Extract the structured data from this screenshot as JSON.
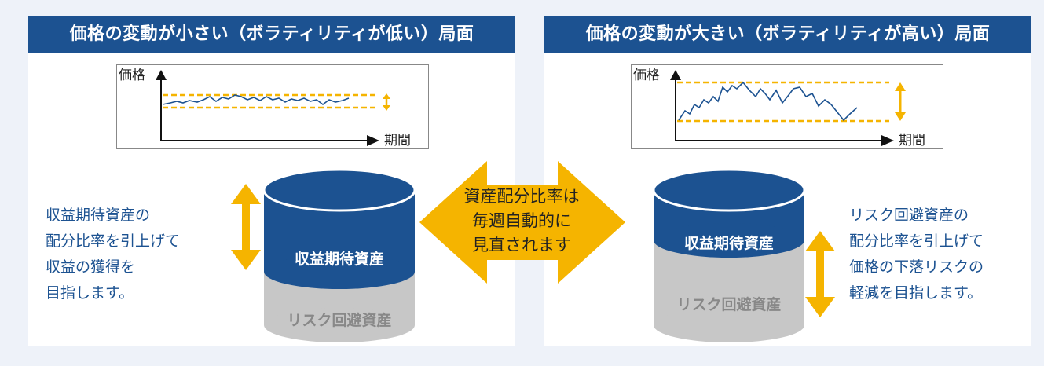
{
  "colors": {
    "brand_blue": "#1c5291",
    "accent_yellow": "#f5b400",
    "risk_gray": "#c7c7c7",
    "line_blue": "#1c5291"
  },
  "left_panel": {
    "title": "価格の変動が小さい（ボラティリティが低い）局面",
    "chart": {
      "y_label": "価格",
      "x_label": "期間",
      "band": "narrow"
    },
    "cylinder": {
      "top_label": "収益期待資産",
      "bottom_label": "リスク回避資産"
    },
    "description": [
      "収益期待資産の",
      "配分比率を引上げて",
      "収益の獲得を",
      "目指します。"
    ]
  },
  "right_panel": {
    "title": "価格の変動が大きい（ボラティリティが高い）局面",
    "chart": {
      "y_label": "価格",
      "x_label": "期間",
      "band": "wide"
    },
    "cylinder": {
      "top_label": "収益期待資産",
      "bottom_label": "リスク回避資産"
    },
    "description": [
      "リスク回避資産の",
      "配分比率を引上げて",
      "価格の下落リスクの",
      "軽減を目指します。"
    ]
  },
  "center": {
    "text": [
      "資産配分比率は",
      "毎週自動的に",
      "見直されます"
    ],
    "icon": "double-headed-arrow-icon"
  }
}
